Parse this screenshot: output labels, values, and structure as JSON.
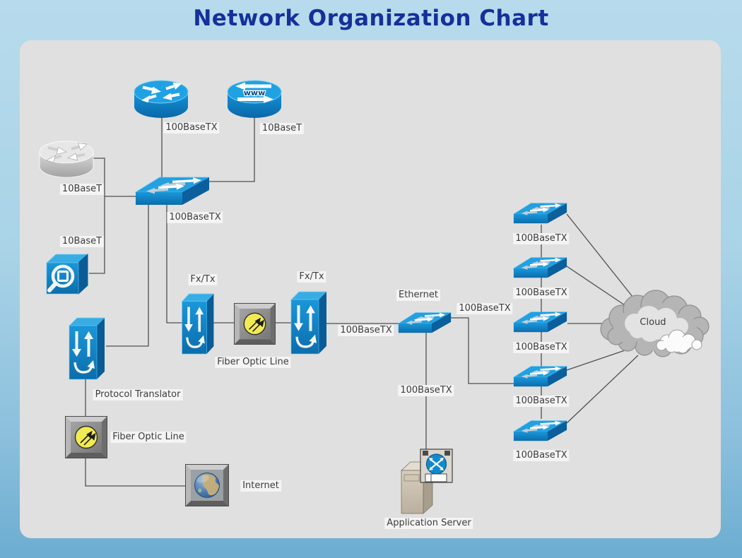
{
  "title": "Network Organization Chart",
  "colors": {
    "background_top": "#b7dbec",
    "background_bottom": "#6cadd1",
    "canvas_bg": "#e0e0e0",
    "title_text": "#15309a",
    "label_text": "#3c3c3c",
    "label_bg": "#f4f4f4",
    "connector": "#4f4f4f",
    "device_blue": "#1189ce",
    "device_blue_dark": "#0a5f9a",
    "device_blue_light": "#2ba6e4",
    "fiber_yellow": "#f2ea52",
    "cloud_gray": "#b5b5b5"
  },
  "labels": {
    "link_router_top": "100BaseTX",
    "link_www": "10BaseT",
    "link_router_gray": "10BaseT",
    "link_switch_main": "100BaseTX",
    "link_probe": "10BaseT",
    "transceiver_left": "Fx/Tx",
    "transceiver_right": "Fx/Tx",
    "fiber_mid": "Fiber Optic Line",
    "link_to_ethernet": "100BaseTX",
    "ethernet_switch": "Ethernet",
    "link_ethernet_r4": "100BaseTX",
    "link_app_server": "100BaseTX",
    "protocol_translator": "Protocol Translator",
    "fiber_left": "Fiber Optic Line",
    "internet": "Internet",
    "app_server": "Application Server",
    "link_r1": "100BaseTX",
    "link_r2": "100BaseTX",
    "link_r3": "100BaseTX",
    "link_r4": "100BaseTX",
    "link_r5": "100BaseTX",
    "cloud": "Cloud",
    "www_text": "www"
  },
  "devices": [
    {
      "id": "router_top",
      "type": "router"
    },
    {
      "id": "www_server",
      "type": "www-server"
    },
    {
      "id": "router_inactive",
      "type": "router-grayed"
    },
    {
      "id": "switch_main",
      "type": "workgroup-switch"
    },
    {
      "id": "network_probe",
      "type": "network-probe-cube"
    },
    {
      "id": "protocol_translator",
      "type": "protocol-translator"
    },
    {
      "id": "transceiver_left",
      "type": "fx-tx-transceiver"
    },
    {
      "id": "fiber_converter_mid",
      "type": "fiber-optic-converter"
    },
    {
      "id": "transceiver_right",
      "type": "fx-tx-transceiver"
    },
    {
      "id": "switch_ethernet",
      "type": "workgroup-switch"
    },
    {
      "id": "switch_r1",
      "type": "workgroup-switch"
    },
    {
      "id": "switch_r2",
      "type": "workgroup-switch"
    },
    {
      "id": "switch_r3",
      "type": "workgroup-switch"
    },
    {
      "id": "switch_r4",
      "type": "workgroup-switch"
    },
    {
      "id": "switch_r5",
      "type": "workgroup-switch"
    },
    {
      "id": "fiber_converter_left",
      "type": "fiber-optic-converter"
    },
    {
      "id": "internet",
      "type": "internet-globe"
    },
    {
      "id": "application_server",
      "type": "application-server"
    },
    {
      "id": "cloud",
      "type": "cloud"
    }
  ],
  "edges": [
    {
      "from": "router_top",
      "to": "switch_main",
      "label": "100BaseTX"
    },
    {
      "from": "www_server",
      "to": "switch_main",
      "label": "10BaseT"
    },
    {
      "from": "router_inactive",
      "to": "switch_main",
      "label": "10BaseT"
    },
    {
      "from": "network_probe",
      "to": "switch_main",
      "label": "10BaseT"
    },
    {
      "from": "switch_main",
      "to": "protocol_translator",
      "label": ""
    },
    {
      "from": "switch_main",
      "to": "transceiver_left",
      "label": "100BaseTX"
    },
    {
      "from": "transceiver_left",
      "to": "fiber_converter_mid",
      "label": "Fiber Optic Line"
    },
    {
      "from": "fiber_converter_mid",
      "to": "transceiver_right",
      "label": "Fiber Optic Line"
    },
    {
      "from": "transceiver_right",
      "to": "switch_ethernet",
      "label": "100BaseTX"
    },
    {
      "from": "switch_ethernet",
      "to": "application_server",
      "label": "100BaseTX"
    },
    {
      "from": "switch_ethernet",
      "to": "switch_r4",
      "label": "100BaseTX"
    },
    {
      "from": "switch_r1",
      "to": "switch_r2",
      "label": "100BaseTX"
    },
    {
      "from": "switch_r2",
      "to": "switch_r3",
      "label": "100BaseTX"
    },
    {
      "from": "switch_r3",
      "to": "switch_r4",
      "label": "100BaseTX"
    },
    {
      "from": "switch_r4",
      "to": "switch_r5",
      "label": "100BaseTX"
    },
    {
      "from": "switch_r1",
      "to": "cloud",
      "label": ""
    },
    {
      "from": "switch_r2",
      "to": "cloud",
      "label": ""
    },
    {
      "from": "switch_r3",
      "to": "cloud",
      "label": ""
    },
    {
      "from": "switch_r4",
      "to": "cloud",
      "label": ""
    },
    {
      "from": "switch_r5",
      "to": "cloud",
      "label": ""
    },
    {
      "from": "protocol_translator",
      "to": "fiber_converter_left",
      "label": ""
    },
    {
      "from": "fiber_converter_left",
      "to": "internet",
      "label": ""
    }
  ]
}
